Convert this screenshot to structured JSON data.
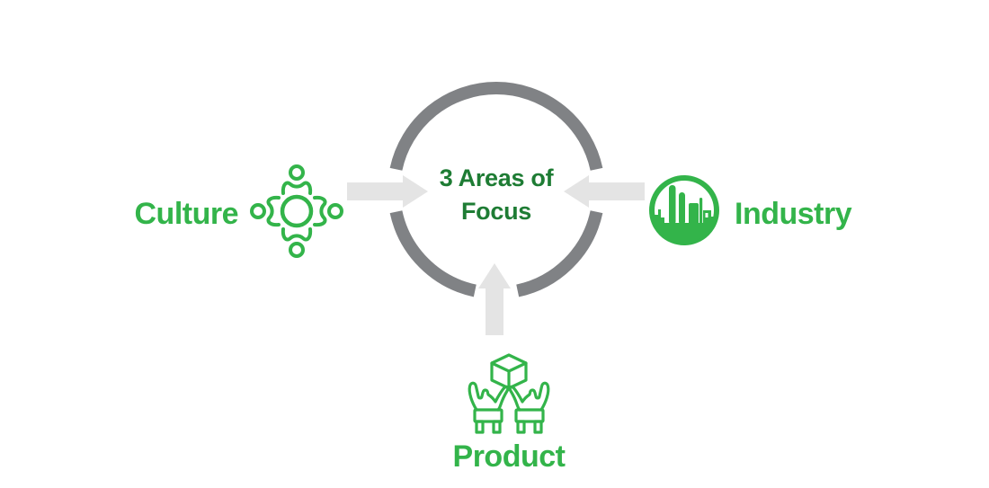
{
  "center": {
    "title_line1": "3 Areas of",
    "title_line2": "Focus"
  },
  "nodes": {
    "culture": {
      "label": "Culture",
      "icon": "people-group-icon",
      "position": "left"
    },
    "industry": {
      "label": "Industry",
      "icon": "factory-circle-icon",
      "position": "right"
    },
    "product": {
      "label": "Product",
      "icon": "hands-holding-box-icon",
      "position": "bottom"
    }
  },
  "colors": {
    "green_bright": "#33B44A",
    "green_dark": "#1E7C34",
    "ring_gray": "#808285",
    "arrow_gray": "#E4E4E4",
    "background": "#FFFFFF"
  }
}
